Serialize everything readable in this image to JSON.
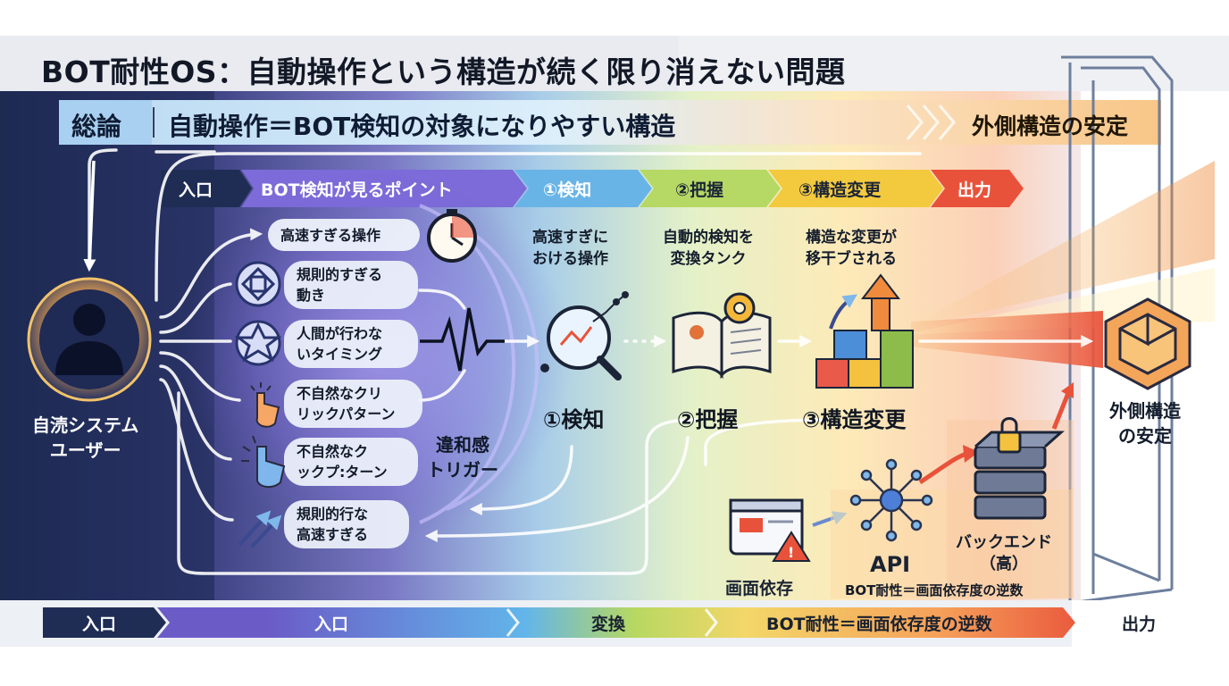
{
  "title": "BOT耐性OS：自動操作という構造が続く限り消えない問題",
  "summary": {
    "label": "総論",
    "text": "自動操作＝BOT検知の対象になりやすい構造",
    "outer_stability": "外側構造の安定"
  },
  "steps": [
    "入口",
    "BOT検知が見るポイント",
    "①検知",
    "②把握",
    "③構造変更",
    "出力"
  ],
  "user": {
    "label": "自涜システム\nユーザー"
  },
  "points": [
    {
      "label": "高速すぎる操作",
      "icon": "stopwatch-icon"
    },
    {
      "label": "規則的すぎる\n動き",
      "icon": "geometric-pattern-icon"
    },
    {
      "label": "人間が行わな\nいタイミング",
      "icon": "star-pattern-icon"
    },
    {
      "label": "不自然なクリ\nリックパターン",
      "icon": "finger-tap-icon"
    },
    {
      "label": "不自然なク\nックプ:ターン",
      "icon": "cursor-click-icon"
    },
    {
      "label": "規則的行な\n高速すぎる",
      "icon": "rising-arrows-icon"
    }
  ],
  "trigger": {
    "label": "違和感\nトリガー",
    "icon": "pulse-icon"
  },
  "detect": {
    "caption": "高速すぎに\nおける操作",
    "label": "①検知",
    "icon": "magnifier-chart-icon"
  },
  "grasp": {
    "caption": "自動的検知を\n変換タンク",
    "label": "②把握",
    "icon": "book-gear-icon"
  },
  "change": {
    "caption": "構造な変更が\n移干ブされる",
    "label": "③構造変更",
    "icon": "blocks-arrow-icon"
  },
  "outer": {
    "label": "外側構造\nの安定",
    "icon": "cube-icon"
  },
  "screen": {
    "label": "画面依存",
    "icon": "browser-warning-icon"
  },
  "api": {
    "label": "API",
    "sub": "BOT耐性＝画面依存度の逆数",
    "icon": "hub-icon"
  },
  "backend": {
    "label": "バックエンド\n（高）",
    "icon": "server-lock-icon"
  },
  "bottom": [
    "入口",
    "入口",
    "変換",
    "BOT耐性＝画面依存度の逆数",
    "出力"
  ],
  "colors": {
    "navy": "#1f2d55",
    "purple": "#7c6bd8",
    "blue": "#69b4e6",
    "green": "#b6d864",
    "yellow": "#f3c93e",
    "orange": "#f08a3c",
    "red": "#e9523a"
  }
}
